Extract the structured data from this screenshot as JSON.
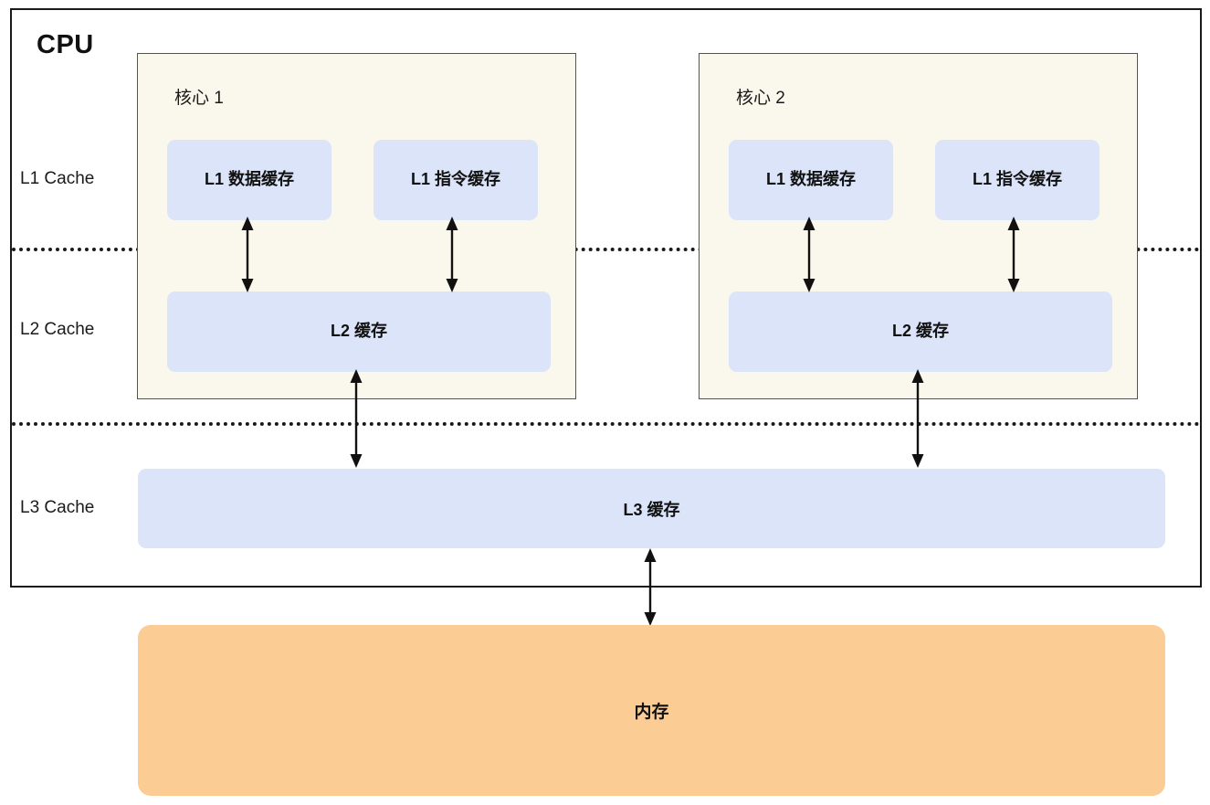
{
  "diagram": {
    "title": "CPU",
    "level_labels": [
      {
        "key": "l1",
        "text": "L1 Cache"
      },
      {
        "key": "l2",
        "text": "L2 Cache"
      },
      {
        "key": "l3",
        "text": "L3 Cache"
      }
    ],
    "cores": [
      {
        "title": "核心 1",
        "l1_data": "L1 数据缓存",
        "l1_instruction": "L1 指令缓存",
        "l2": "L2 缓存"
      },
      {
        "title": "核心 2",
        "l1_data": "L1 数据缓存",
        "l1_instruction": "L1 指令缓存",
        "l2": "L2 缓存"
      }
    ],
    "l3": {
      "label": "L3 缓存"
    },
    "memory": {
      "label": "内存"
    },
    "colors": {
      "cpu_border": "#1a1a1a",
      "core_background": "#faf7ec",
      "core_border": "#55554e",
      "cache_fill": "#dce4f9",
      "memory_fill": "#fbcc94",
      "text": "#111111",
      "page_background": "#ffffff"
    },
    "connections": [
      {
        "from": "核心 1 L1 数据缓存",
        "to": "核心 1 L2 缓存",
        "style": "double-arrow"
      },
      {
        "from": "核心 1 L1 指令缓存",
        "to": "核心 1 L2 缓存",
        "style": "double-arrow"
      },
      {
        "from": "核心 2 L1 数据缓存",
        "to": "核心 2 L2 缓存",
        "style": "double-arrow"
      },
      {
        "from": "核心 2 L1 指令缓存",
        "to": "核心 2 L2 缓存",
        "style": "double-arrow"
      },
      {
        "from": "核心 1 L2 缓存",
        "to": "L3 缓存",
        "style": "double-arrow"
      },
      {
        "from": "核心 2 L2 缓存",
        "to": "L3 缓存",
        "style": "double-arrow"
      },
      {
        "from": "L3 缓存",
        "to": "内存",
        "style": "double-arrow"
      }
    ]
  }
}
